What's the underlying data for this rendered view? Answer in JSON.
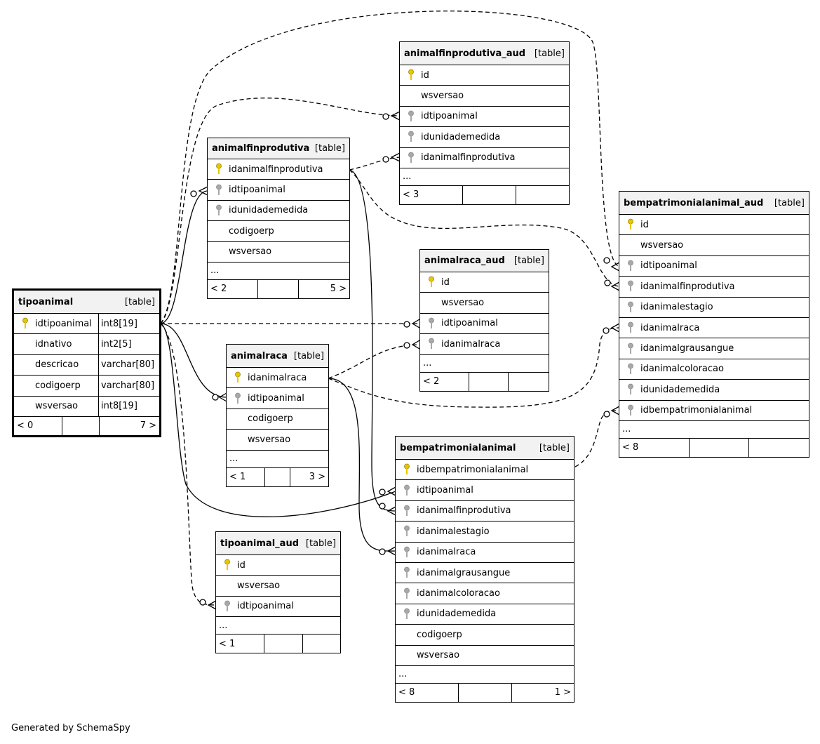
{
  "footer_text": "Generated by SchemaSpy",
  "colors": {
    "primary_key": "#e6c700",
    "foreign_key": "#a8a8a8",
    "header_bg": "#f2f2f2",
    "line": "#000000"
  },
  "tables": {
    "tipoanimal": {
      "name": "tipoanimal",
      "type": "[table]",
      "columns": [
        {
          "name": "idtipoanimal",
          "datatype": "int8[19]",
          "key": "pk"
        },
        {
          "name": "idnativo",
          "datatype": "int2[5]",
          "key": ""
        },
        {
          "name": "descricao",
          "datatype": "varchar[80]",
          "key": ""
        },
        {
          "name": "codigoerp",
          "datatype": "varchar[80]",
          "key": ""
        },
        {
          "name": "wsversao",
          "datatype": "int8[19]",
          "key": ""
        }
      ],
      "footer": [
        "< 0",
        "",
        "7 >"
      ]
    },
    "animalfinprodutiva": {
      "name": "animalfinprodutiva",
      "type": "[table]",
      "columns": [
        {
          "name": "idanimalfinprodutiva",
          "key": "pk"
        },
        {
          "name": "idtipoanimal",
          "key": "fk"
        },
        {
          "name": "idunidademedida",
          "key": "fk"
        },
        {
          "name": "codigoerp",
          "key": ""
        },
        {
          "name": "wsversao",
          "key": ""
        }
      ],
      "more": "...",
      "footer": [
        "< 2",
        "",
        "5 >"
      ]
    },
    "animalfinprodutiva_aud": {
      "name": "animalfinprodutiva_aud",
      "type": "[table]",
      "columns": [
        {
          "name": "id",
          "key": "pk"
        },
        {
          "name": "wsversao",
          "key": ""
        },
        {
          "name": "idtipoanimal",
          "key": "fk"
        },
        {
          "name": "idunidademedida",
          "key": "fk"
        },
        {
          "name": "idanimalfinprodutiva",
          "key": "fk"
        }
      ],
      "more": "...",
      "footer": [
        "< 3",
        "",
        ""
      ]
    },
    "animalraca_aud": {
      "name": "animalraca_aud",
      "type": "[table]",
      "columns": [
        {
          "name": "id",
          "key": "pk"
        },
        {
          "name": "wsversao",
          "key": ""
        },
        {
          "name": "idtipoanimal",
          "key": "fk"
        },
        {
          "name": "idanimalraca",
          "key": "fk"
        }
      ],
      "more": "...",
      "footer": [
        "< 2",
        "",
        ""
      ]
    },
    "animalraca": {
      "name": "animalraca",
      "type": "[table]",
      "columns": [
        {
          "name": "idanimalraca",
          "key": "pk"
        },
        {
          "name": "idtipoanimal",
          "key": "fk"
        },
        {
          "name": "codigoerp",
          "key": ""
        },
        {
          "name": "wsversao",
          "key": ""
        }
      ],
      "more": "...",
      "footer": [
        "< 1",
        "",
        "3 >"
      ]
    },
    "bempatrimonialanimal_aud": {
      "name": "bempatrimonialanimal_aud",
      "type": "[table]",
      "columns": [
        {
          "name": "id",
          "key": "pk"
        },
        {
          "name": "wsversao",
          "key": ""
        },
        {
          "name": "idtipoanimal",
          "key": "fk"
        },
        {
          "name": "idanimalfinprodutiva",
          "key": "fk"
        },
        {
          "name": "idanimalestagio",
          "key": "fk"
        },
        {
          "name": "idanimalraca",
          "key": "fk"
        },
        {
          "name": "idanimalgrausangue",
          "key": "fk"
        },
        {
          "name": "idanimalcoloracao",
          "key": "fk"
        },
        {
          "name": "idunidademedida",
          "key": "fk"
        },
        {
          "name": "idbempatrimonialanimal",
          "key": "fk"
        }
      ],
      "more": "...",
      "footer": [
        "< 8",
        "",
        ""
      ]
    },
    "bempatrimonialanimal": {
      "name": "bempatrimonialanimal",
      "type": "[table]",
      "columns": [
        {
          "name": "idbempatrimonialanimal",
          "key": "pk"
        },
        {
          "name": "idtipoanimal",
          "key": "fk"
        },
        {
          "name": "idanimalfinprodutiva",
          "key": "fk"
        },
        {
          "name": "idanimalestagio",
          "key": "fk"
        },
        {
          "name": "idanimalraca",
          "key": "fk"
        },
        {
          "name": "idanimalgrausangue",
          "key": "fk"
        },
        {
          "name": "idanimalcoloracao",
          "key": "fk"
        },
        {
          "name": "idunidademedida",
          "key": "fk"
        },
        {
          "name": "codigoerp",
          "key": ""
        },
        {
          "name": "wsversao",
          "key": ""
        }
      ],
      "more": "...",
      "footer": [
        "< 8",
        "",
        "1 >"
      ]
    },
    "tipoanimal_aud": {
      "name": "tipoanimal_aud",
      "type": "[table]",
      "columns": [
        {
          "name": "id",
          "key": "pk"
        },
        {
          "name": "wsversao",
          "key": ""
        },
        {
          "name": "idtipoanimal",
          "key": "fk"
        }
      ],
      "more": "...",
      "footer": [
        "< 1",
        "",
        ""
      ]
    }
  }
}
